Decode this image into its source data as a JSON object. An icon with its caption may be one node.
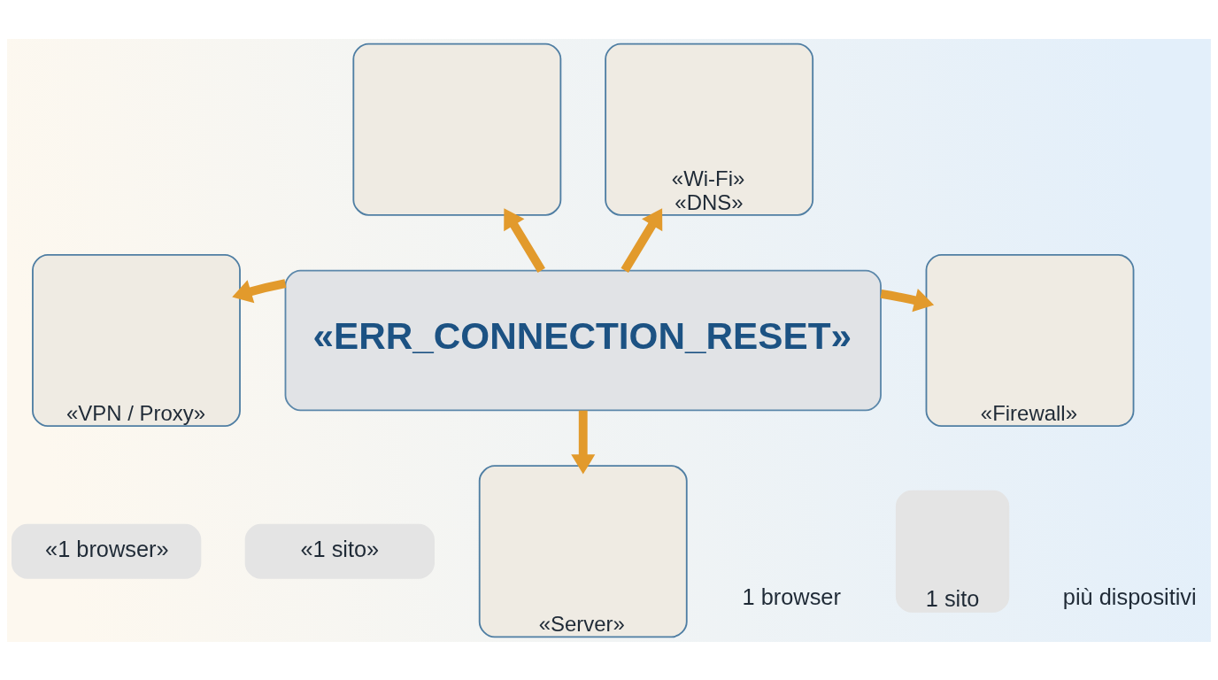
{
  "diagram": {
    "nodes": [
      {
        "text": [],
        "shape": "box"
      },
      {
        "text": [
          "«Wi-Fi»",
          "«DNS»"
        ]
      },
      {
        "text": [
          "«VPN / Proxy»"
        ]
      },
      {
        "text": [
          "«ERR_CONNECTION_RESET»"
        ]
      },
      {
        "text": [
          "«Firewall»"
        ]
      },
      {
        "text": [
          "«Server»"
        ]
      },
      {
        "text": [
          "«1 browser»"
        ]
      },
      {
        "text": [
          "«1 sito»"
        ]
      },
      {
        "text": [
          "1 sito"
        ]
      }
    ],
    "edges": [
      {
        "from": 3,
        "to": 0,
        "arrow": "to"
      },
      {
        "from": 3,
        "to": 1,
        "arrow": "to"
      },
      {
        "from": 3,
        "to": 2,
        "arrow": "to"
      },
      {
        "from": 3,
        "to": 4,
        "arrow": "to"
      },
      {
        "from": 3,
        "to": 5,
        "arrow": "to"
      }
    ],
    "labels": [
      "1 browser",
      "più dispositivi"
    ]
  }
}
